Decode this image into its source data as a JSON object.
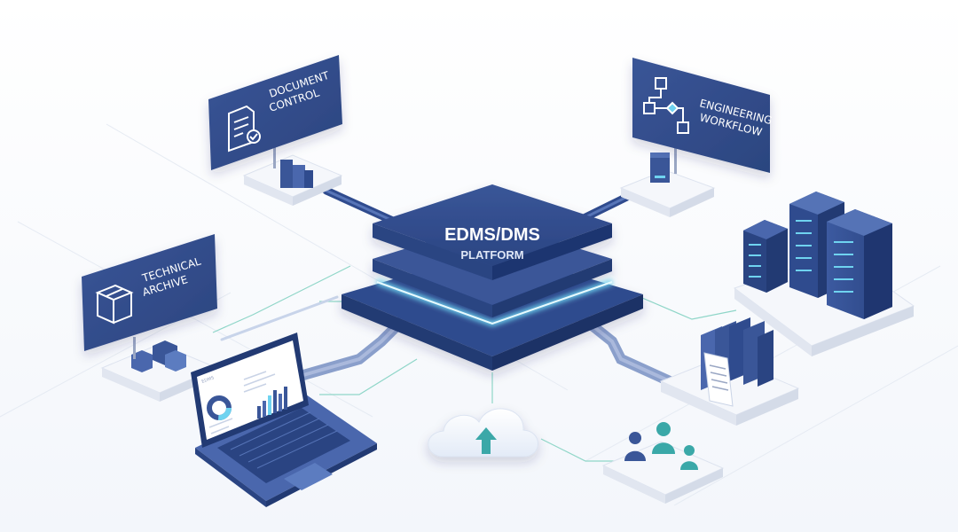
{
  "hub": {
    "title": "EDMS/DMS",
    "subtitle": "PLATFORM"
  },
  "modules": {
    "document_control": {
      "line1": "DOCUMENT",
      "line2": "CONTROL",
      "icon": "document-check-icon"
    },
    "engineering_workflow": {
      "line1": "ENGINEERING",
      "line2": "WORKFLOW",
      "icon": "workflow-flowchart-icon"
    },
    "technical_archive": {
      "line1": "TECHNICAL",
      "line2": "ARCHIVE",
      "icon": "archive-box-icon"
    }
  },
  "laptop": {
    "screen_label": "EDMS"
  },
  "colors": {
    "navy": "#2f4b8e",
    "navy_dark": "#223a73",
    "navy_light": "#4a67ad",
    "platform_gray": "#eef1f7",
    "glow": "#6fd3f0",
    "teal": "#3aa8a8",
    "accent_line": "#8fd6c8"
  }
}
